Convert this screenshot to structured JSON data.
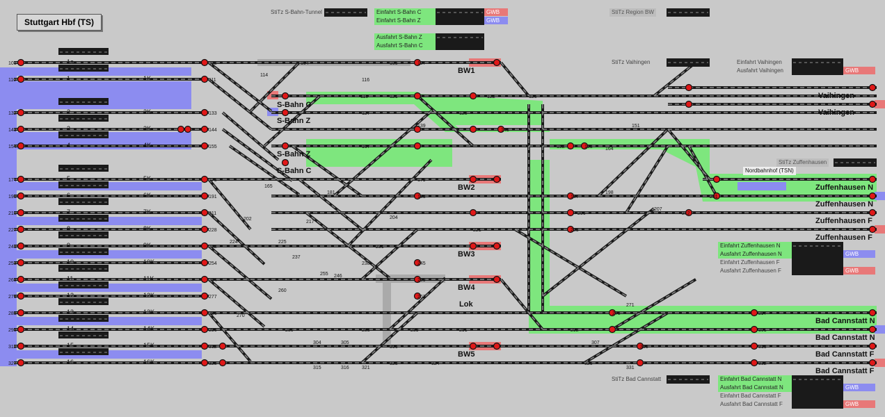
{
  "app": {
    "title": "Stuttgart Hbf (TS)"
  },
  "colors": {
    "bg": "#c9c9c9",
    "track": "#1a1a1a",
    "green_route": "#7ee67e",
    "blue_route": "#8c8cf0",
    "red_route": "#e87878",
    "signal_red": "#e01818"
  },
  "top_panels": {
    "stitz_sbahn": "StiTz S-Bahn-Tunnel",
    "einfahrt_sbahn_c": "Einfahrt S-Bahn C",
    "einfahrt_sbahn_z": "Einfahrt S-Bahn Z",
    "ausfahrt_sbahn_z": "Ausfahrt S-Bahn Z",
    "ausfahrt_sbahn_c": "Ausfahrt S-Bahn C",
    "gwb1": "GWB",
    "gwb2": "GWB",
    "stitz_region": "StiTz Region BW",
    "stitz_vaihingen": "StiTz Vaihingen",
    "einfahrt_vaihingen": "Einfahrt Vaihingen",
    "ausfahrt_vaihingen": "Ausfahrt Vaihingen",
    "gwb_vaihingen": "GWB",
    "stitz_zuffenhausen": "StiTz Zuffenhausen",
    "nordbahnhof": "Nordbahnhof (TSN)",
    "einfahrt_zuff_n": "Einfahrt Zuffenhausen N",
    "ausfahrt_zuff_n": "Ausfahrt Zuffenhausen N",
    "einfahrt_zuff_f": "Einfahrt Zuffenhausen F",
    "ausfahrt_zuff_f": "Ausfahrt Zuffenhausen F",
    "gwb_zuff1": "GWB",
    "gwb_zuff2": "GWB",
    "stitz_bad": "StiTz Bad Cannstatt",
    "einfahrt_bad_n": "Einfahrt Bad Cannstatt N",
    "ausfahrt_bad_n": "Ausfahrt Bad Cannstatt N",
    "einfahrt_bad_f": "Einfahrt Bad Cannstatt F",
    "ausfahrt_bad_f": "Ausfahrt Bad Cannstatt F",
    "gwb_bad1": "GWB",
    "gwb_bad2": "GWB"
  },
  "destinations": {
    "vaihingen1": "Vaihingen",
    "vaihingen2": "Vaihingen",
    "zuff_n1": "Zuffenhausen N",
    "zuff_n2": "Zuffenhausen N",
    "zuff_f1": "Zuffenhausen F",
    "zuff_f2": "Zuffenhausen F",
    "bad_n1": "Bad Cannstatt N",
    "bad_n2": "Bad Cannstatt N",
    "bad_f1": "Bad Cannstatt F",
    "bad_f2": "Bad Cannstatt F",
    "bw1": "BW1",
    "bw2": "BW2",
    "bw3": "BW3",
    "bw4": "BW4",
    "bw5": "BW5",
    "lok": "Lok",
    "sbahn_c1": "S-Bahn C",
    "sbahn_z1": "S-Bahn Z",
    "sbahn_z2": "S-Bahn Z",
    "sbahn_c2": "S-Bahn C"
  },
  "tracks": [
    {
      "name": "1a",
      "start_num": "101",
      "end_num": "102"
    },
    {
      "name": "1",
      "kname": "1K",
      "start_num": "110",
      "end_num": "111"
    },
    {
      "name": "2",
      "kname": "2K",
      "start_num": "132",
      "end_num": "133"
    },
    {
      "name": "3",
      "kname": "3K",
      "start_num": "143",
      "end_num": "144"
    },
    {
      "name": "4",
      "kname": "4K",
      "start_num": "154",
      "end_num": "155"
    },
    {
      "name": "5",
      "kname": "5K",
      "start_num": "174",
      "end_num": "175"
    },
    {
      "name": "6",
      "kname": "6K",
      "start_num": "190",
      "end_num": "191"
    },
    {
      "name": "7",
      "kname": "7K",
      "start_num": "210",
      "end_num": "211"
    },
    {
      "name": "8",
      "kname": "8K",
      "start_num": "227",
      "end_num": "228"
    },
    {
      "name": "9",
      "kname": "9K",
      "start_num": "241",
      "end_num": "242"
    },
    {
      "name": "10",
      "kname": "10K",
      "start_num": "253",
      "end_num": "254"
    },
    {
      "name": "11",
      "kname": "11K",
      "start_num": "268",
      "end_num": "264"
    },
    {
      "name": "12",
      "kname": "12K",
      "start_num": "276",
      "end_num": "277"
    },
    {
      "name": "13",
      "kname": "13K",
      "start_num": "285",
      "end_num": "286"
    },
    {
      "name": "14",
      "kname": "14K",
      "start_num": "295",
      "end_num": "296"
    },
    {
      "name": "15",
      "kname": "15K",
      "start_num": "311",
      "end_num": "312"
    },
    {
      "name": "16",
      "kname": "16K",
      "start_num": "327",
      "end_num": "328"
    }
  ],
  "misc_numbers": [
    "104",
    "105",
    "107",
    "114",
    "116",
    "118",
    "121",
    "122",
    "126",
    "127",
    "128",
    "139",
    "148",
    "151",
    "152",
    "153",
    "164",
    "165",
    "167",
    "179",
    "181",
    "183",
    "187",
    "198",
    "201",
    "202",
    "204",
    "206",
    "207",
    "212",
    "217",
    "221",
    "223",
    "224",
    "225",
    "231",
    "237",
    "238",
    "245",
    "246",
    "255",
    "259",
    "260",
    "262",
    "270",
    "271",
    "278",
    "280",
    "283",
    "289",
    "291",
    "292",
    "297",
    "301",
    "304",
    "305",
    "306",
    "307",
    "308",
    "313",
    "315",
    "316",
    "321",
    "323",
    "324",
    "325",
    "331",
    "332",
    "333",
    "334",
    "335",
    "336",
    "337"
  ]
}
